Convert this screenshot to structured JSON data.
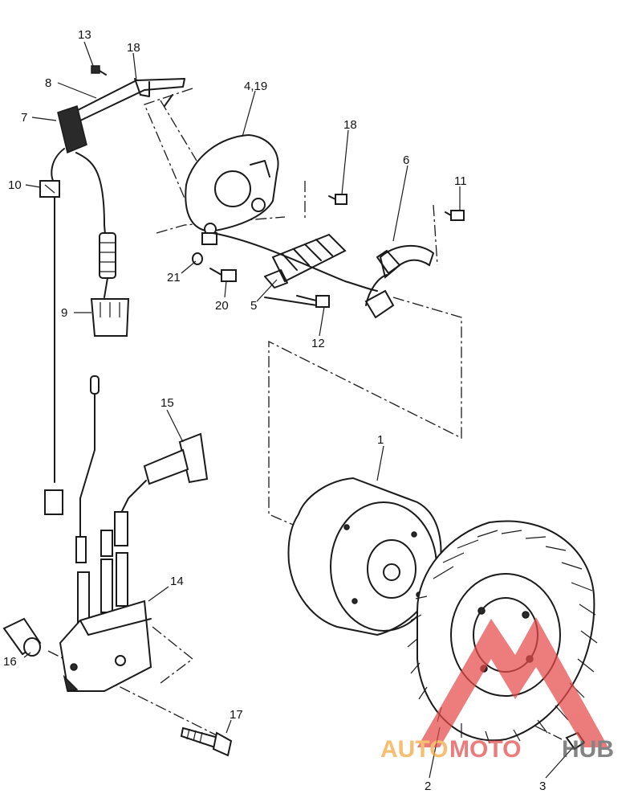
{
  "callouts": {
    "c1": "1",
    "c2": "2",
    "c3": "3",
    "c4_19": "4,19",
    "c5": "5",
    "c6": "6",
    "c7": "7",
    "c8": "8",
    "c9": "9",
    "c10": "10",
    "c11": "11",
    "c12": "12",
    "c13": "13",
    "c14": "14",
    "c15": "15",
    "c16": "16",
    "c17": "17",
    "c18a": "18",
    "c18b": "18",
    "c20": "20",
    "c21": "21"
  },
  "watermark": {
    "text_a": "AUTO",
    "text_b": "MOTO",
    "text_c": "HUB",
    "color_orange": "#f5a53a",
    "color_red": "#e64a4a"
  }
}
